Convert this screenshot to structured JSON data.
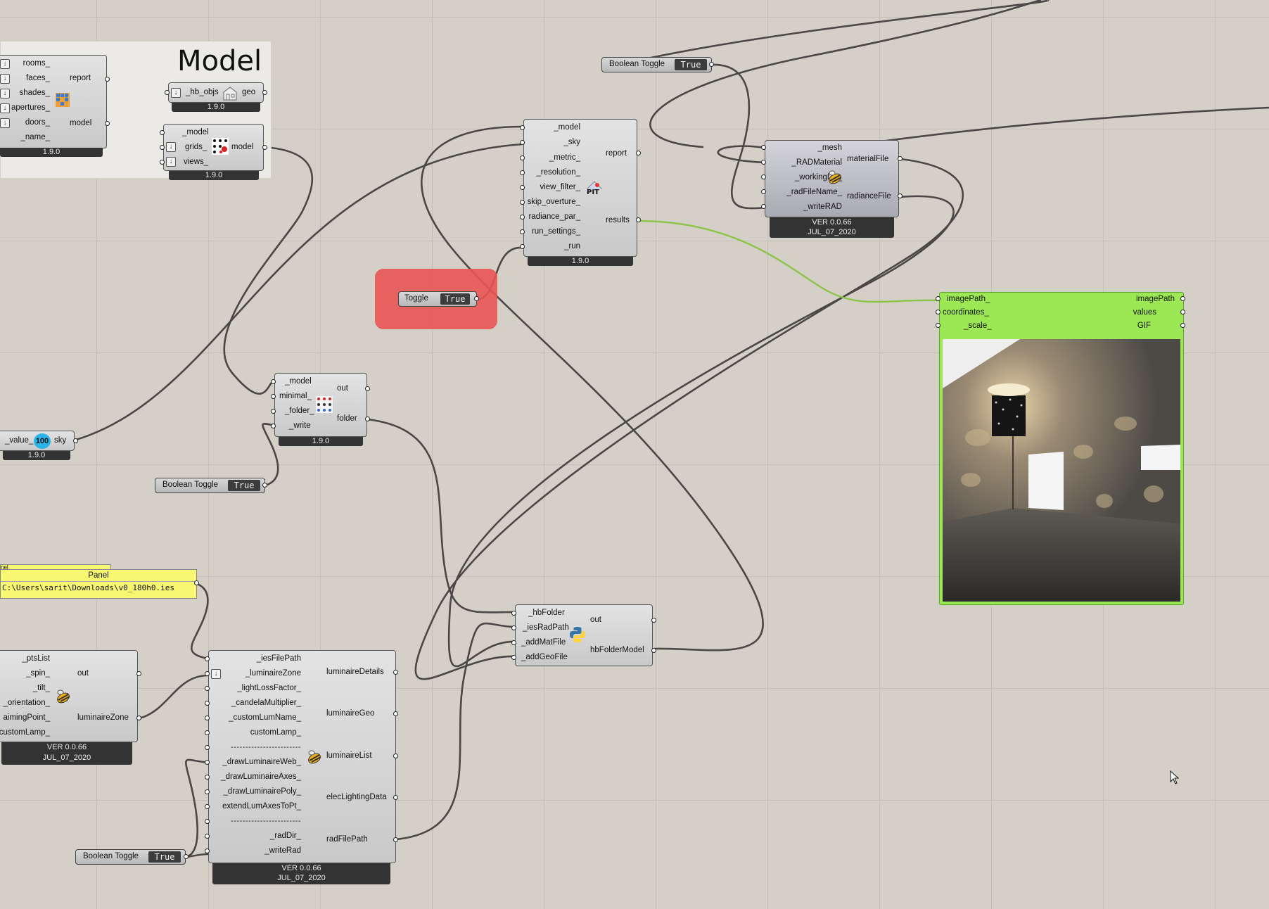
{
  "colors": {
    "canvas": "#d4d0c8",
    "wire": "#4a4744",
    "selected_wire": "#8ec34a",
    "highlight": "#ea5455",
    "panel": "#f8f772",
    "image_viewer": "#9ce854"
  },
  "model_group": {
    "title": "Model",
    "model_comp": {
      "inputs": [
        "rooms_",
        "faces_",
        "shades_",
        "apertures_",
        "doors_",
        "_name_"
      ],
      "outputs": [
        "report",
        "model"
      ],
      "version": "1.9.0"
    },
    "vis_comp": {
      "input": "_hb_objs",
      "output": "geo",
      "version": "1.9.0"
    },
    "grid_comp": {
      "inputs": [
        "_model",
        "grids_",
        "views_"
      ],
      "output": "model",
      "version": "1.9.0"
    }
  },
  "sky_comp": {
    "input": "_value_",
    "badge": "100",
    "output": "sky",
    "version": "1.9.0"
  },
  "write_folder_comp": {
    "inputs": [
      "_model",
      "minimal_",
      "_folder_",
      "_write"
    ],
    "outputs": [
      "out",
      "folder"
    ],
    "version": "1.9.0"
  },
  "pit_comp": {
    "inputs": [
      "_model",
      "_sky",
      "_metric_",
      "_resolution_",
      "view_filter_",
      "skip_overture_",
      "radiance_par_",
      "run_settings_",
      "_run"
    ],
    "outputs": [
      "report",
      "results"
    ],
    "icon": "PIT",
    "version": "1.9.0"
  },
  "toggles": {
    "run_toggle": {
      "label": "Toggle",
      "value": "True"
    },
    "top_toggle": {
      "label": "Boolean Toggle",
      "value": "True"
    },
    "mid_toggle": {
      "label": "Boolean Toggle",
      "value": "True"
    },
    "bottom_toggle": {
      "label": "Boolean Toggle",
      "value": "True"
    }
  },
  "mat_comp": {
    "inputs": [
      "_mesh",
      "_RADMaterial",
      "_workingDir_",
      "_radFileName_",
      "_writeRAD"
    ],
    "outputs": [
      "materialFile",
      "radianceFile"
    ],
    "version": "VER 0.0.66",
    "date": "JUL_07_2020"
  },
  "image_viewer": {
    "inputs": [
      "imagePath_",
      "coordinates_",
      "_scale_"
    ],
    "outputs": [
      "imagePath",
      "values",
      "GIF"
    ]
  },
  "panel": {
    "title": "Panel",
    "value": "C:\\Users\\sarit\\Downloads\\v0_180h0.ies",
    "tab_fragment": "nel"
  },
  "luminaire_zone_comp": {
    "inputs": [
      "_ptsList",
      "_spin_",
      "_tilt_",
      "_orientation_",
      "aimingPoint_",
      "customLamp_"
    ],
    "outputs": [
      "out",
      "luminaireZone"
    ],
    "version": "VER 0.0.66",
    "date": "JUL_07_2020"
  },
  "luminaire_comp": {
    "inputs": [
      "_iesFilePath",
      "_luminaireZone",
      "_lightLossFactor_",
      "_candelaMultiplier_",
      "_customLumName_",
      "customLamp_",
      "------------------------",
      "_drawLuminaireWeb_",
      "_drawLuminaireAxes_",
      "_drawLuminairePoly_",
      "extendLumAxesToPt_",
      "------------------------",
      "_radDir_",
      "_writeRad"
    ],
    "outputs": [
      "luminaireDetails",
      "luminaireGeo",
      "luminaireList",
      "elecLightingData",
      "radFilePath"
    ],
    "version": "VER 0.0.66",
    "date": "JUL_07_2020"
  },
  "python_comp": {
    "inputs": [
      "_hbFolder",
      "_iesRadPath",
      "_addMatFile",
      "_addGeoFile"
    ],
    "outputs": [
      "out",
      "hbFolderModel"
    ]
  }
}
